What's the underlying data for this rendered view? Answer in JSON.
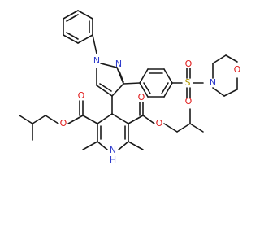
{
  "atom_labels": {
    "ring_n1": "N",
    "ring_n2": "N",
    "sulfonyl_s": "S",
    "sulfonyl_o_top": "O",
    "sulfonyl_o_bottom": "O",
    "morpholine_n": "N",
    "morpholine_o": "O",
    "ester_left_o_carbonyl": "O",
    "ester_left_o_ether": "O",
    "ester_right_o_carbonyl": "O",
    "ester_right_o_ether": "O",
    "dhp_nh": "H",
    "dhp_n": "N"
  },
  "colors": {
    "bond": "#1a1a1a",
    "nitrogen": "#2f3ccc",
    "oxygen": "#e01b1b",
    "sulfur": "#b59a00",
    "background": "#ffffff"
  }
}
